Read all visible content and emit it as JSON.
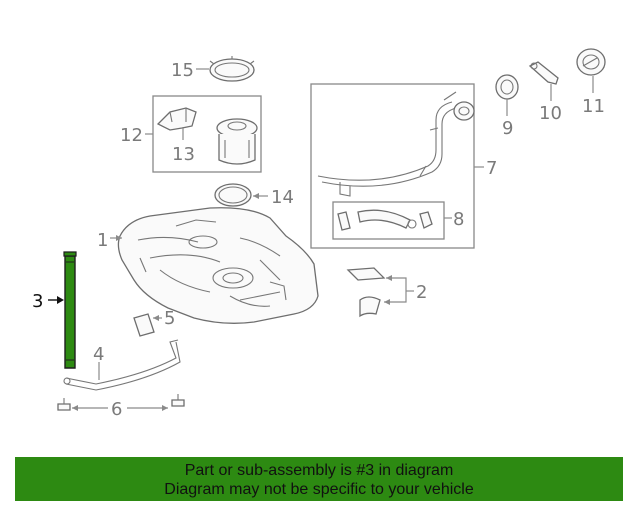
{
  "callouts": {
    "c1": "1",
    "c2": "2",
    "c3": "3",
    "c4": "4",
    "c5": "5",
    "c6": "6",
    "c7": "7",
    "c8": "8",
    "c9": "9",
    "c10": "10",
    "c11": "11",
    "c12": "12",
    "c13": "13",
    "c14": "14",
    "c15": "15"
  },
  "highlight_color": "#2d8a12",
  "banner": {
    "line1": "Part or sub-assembly is #3 in diagram",
    "line2": "Diagram may not be specific to your vehicle"
  }
}
